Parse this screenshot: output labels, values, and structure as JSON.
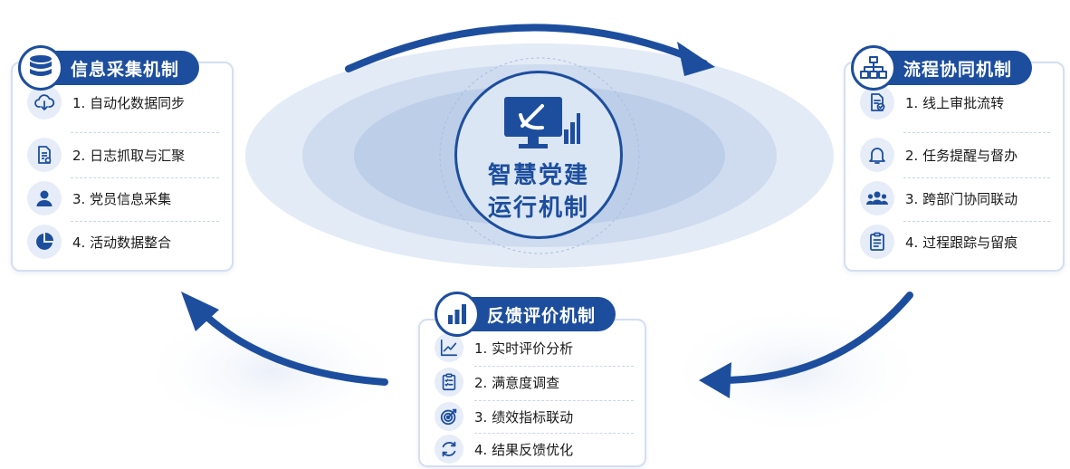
{
  "center": {
    "line1": "智慧党建",
    "line2": "运行机制",
    "icon": "party-emblem-monitor-icon"
  },
  "colors": {
    "primary": "#1d4e9e",
    "ellipse_outer": "#e3ebf6",
    "ellipse_mid": "#cfdcef",
    "ellipse_inner": "#bccee8",
    "badge_bg": "#e6edf8"
  },
  "modules": [
    {
      "title": "信息采集机制",
      "icon": "database-icon",
      "items": [
        {
          "label": "1. 自动化数据同步",
          "icon": "cloud-sync-icon"
        },
        {
          "label": "2. 日志抓取与汇聚",
          "icon": "log-document-icon"
        },
        {
          "label": "3. 党员信息采集",
          "icon": "user-icon"
        },
        {
          "label": "4. 活动数据整合",
          "icon": "pie-chart-icon"
        }
      ]
    },
    {
      "title": "流程协同机制",
      "icon": "org-chart-icon",
      "items": [
        {
          "label": "1. 线上审批流转",
          "icon": "approval-document-icon"
        },
        {
          "label": "2. 任务提醒与督办",
          "icon": "bell-icon"
        },
        {
          "label": "3. 跨部门协同联动",
          "icon": "team-icon"
        },
        {
          "label": "4. 过程跟踪与留痕",
          "icon": "clipboard-icon"
        }
      ]
    },
    {
      "title": "反馈评价机制",
      "icon": "bar-chart-icon",
      "items": [
        {
          "label": "1. 实时评价分析",
          "icon": "line-chart-icon"
        },
        {
          "label": "2. 满意度调查",
          "icon": "survey-icon"
        },
        {
          "label": "3. 绩效指标联动",
          "icon": "target-icon"
        },
        {
          "label": "4. 结果反馈优化",
          "icon": "refresh-icon"
        }
      ]
    }
  ]
}
